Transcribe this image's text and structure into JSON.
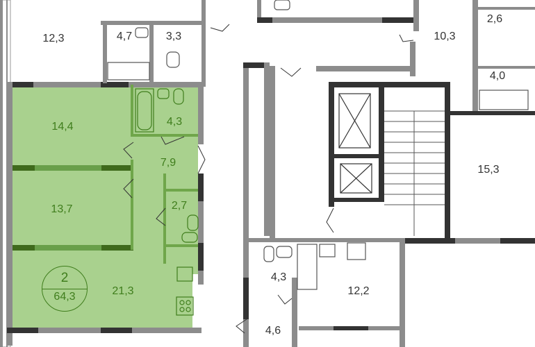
{
  "apartment": {
    "rooms_count": "2",
    "total_area": "64,3",
    "highlight_color": "#a9d18e",
    "text_color": "#3f7d1c",
    "rooms": [
      {
        "name": "bedroom-1",
        "area": "14,4"
      },
      {
        "name": "bathroom",
        "area": "4,3"
      },
      {
        "name": "hallway",
        "area": "7,9"
      },
      {
        "name": "bedroom-2",
        "area": "13,7"
      },
      {
        "name": "toilet",
        "area": "2,7"
      },
      {
        "name": "kitchen-living",
        "area": "21,3"
      }
    ]
  },
  "other_rooms": [
    {
      "area": "12,3"
    },
    {
      "area": "4,7"
    },
    {
      "area": "3,3"
    },
    {
      "area": "10,3"
    },
    {
      "area": "2,6"
    },
    {
      "area": "4,0"
    },
    {
      "area": "15,3"
    },
    {
      "area": "4,3"
    },
    {
      "area": "12,2"
    },
    {
      "area": "4,6"
    }
  ]
}
